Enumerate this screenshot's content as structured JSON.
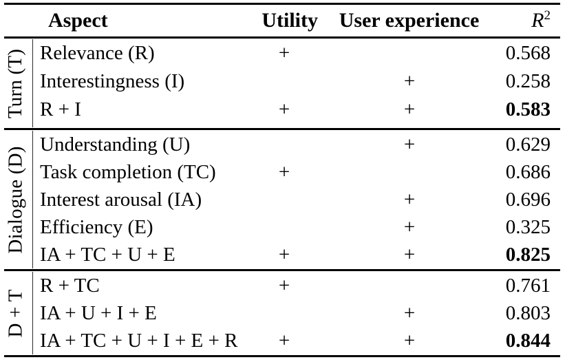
{
  "table": {
    "columns": {
      "aspect": "Aspect",
      "utility": "Utility",
      "user_experience": "User experience",
      "r2": "R",
      "r2_superscript": "2"
    },
    "mark": "+",
    "groups": [
      {
        "label": "Turn (T)",
        "rows": [
          {
            "aspect": "Relevance (R)",
            "utility": "+",
            "user_experience": "",
            "r2": "0.568",
            "bold": false
          },
          {
            "aspect": "Interestingness (I)",
            "utility": "",
            "user_experience": "+",
            "r2": "0.258",
            "bold": false
          },
          {
            "aspect": "R + I",
            "utility": "+",
            "user_experience": "+",
            "r2": "0.583",
            "bold": true
          }
        ]
      },
      {
        "label": "Dialogue (D)",
        "rows": [
          {
            "aspect": "Understanding (U)",
            "utility": "",
            "user_experience": "+",
            "r2": "0.629",
            "bold": false
          },
          {
            "aspect": "Task completion (TC)",
            "utility": "+",
            "user_experience": "",
            "r2": "0.686",
            "bold": false
          },
          {
            "aspect": "Interest arousal (IA)",
            "utility": "",
            "user_experience": "+",
            "r2": "0.696",
            "bold": false
          },
          {
            "aspect": "Efficiency (E)",
            "utility": "",
            "user_experience": "+",
            "r2": "0.325",
            "bold": false
          },
          {
            "aspect": "IA + TC + U + E",
            "utility": "+",
            "user_experience": "+",
            "r2": "0.825",
            "bold": true
          }
        ]
      },
      {
        "label": "D + T",
        "rows": [
          {
            "aspect": "R + TC",
            "utility": "+",
            "user_experience": "",
            "r2": "0.761",
            "bold": false
          },
          {
            "aspect": "IA + U + I + E",
            "utility": "",
            "user_experience": "+",
            "r2": "0.803",
            "bold": false
          },
          {
            "aspect": "IA + TC + U + I + E + R",
            "utility": "+",
            "user_experience": "+",
            "r2": "0.844",
            "bold": true
          }
        ]
      }
    ]
  },
  "style": {
    "text_color": "#000000",
    "background": "#ffffff"
  }
}
